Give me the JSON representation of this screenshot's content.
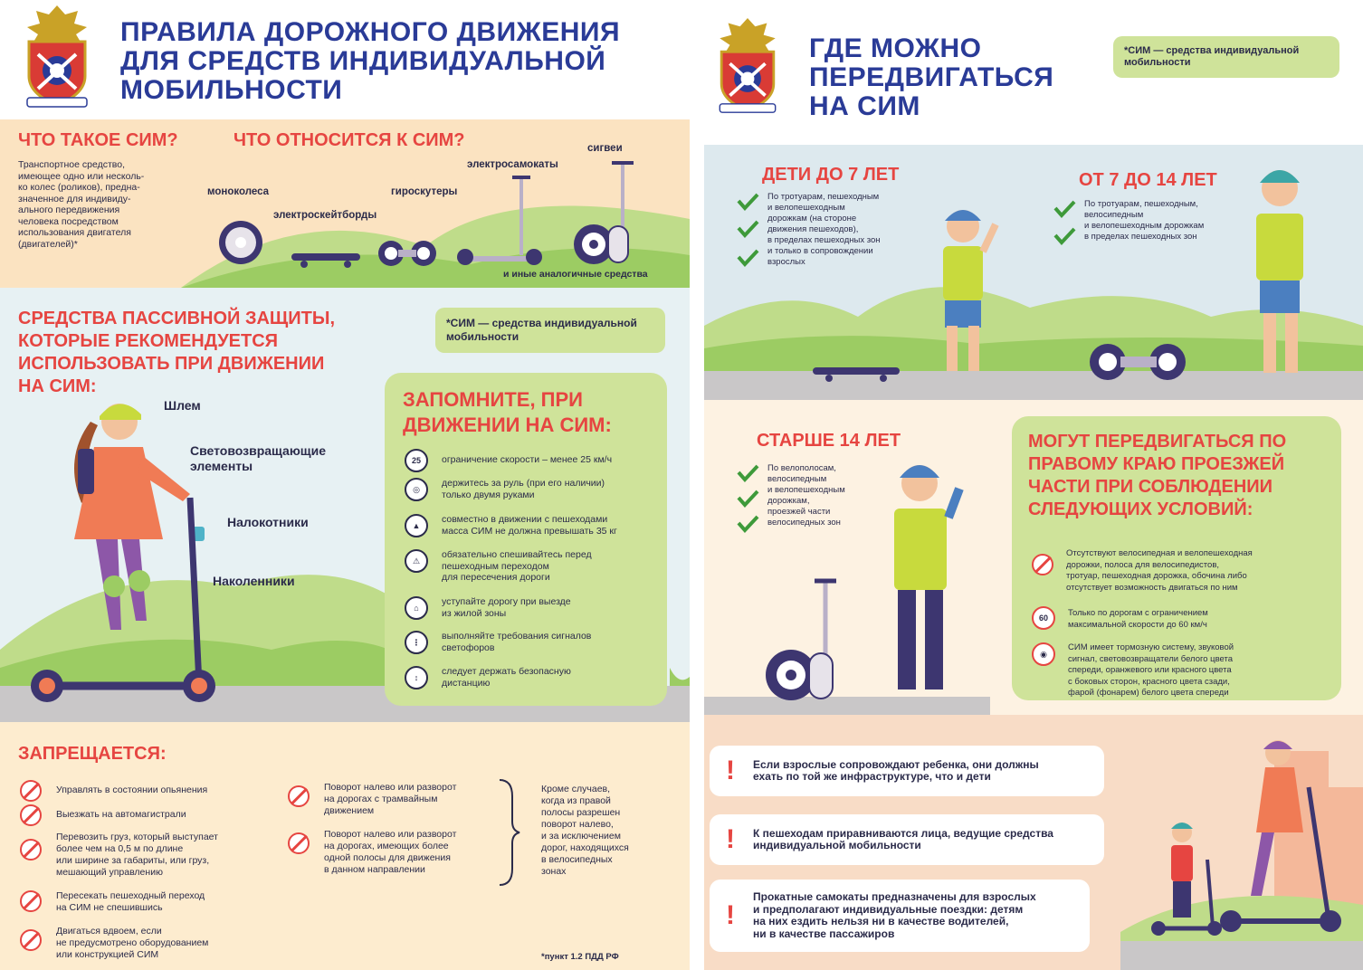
{
  "colors": {
    "title_blue": "#2a3b97",
    "accent_red": "#e64541",
    "green_box": "#cfe39a",
    "peach": "#fdeccf",
    "sky": "#e7f1f3",
    "check_green": "#3e9a3a"
  },
  "left": {
    "title": [
      "ПРАВИЛА ДОРОЖНОГО ДВИЖЕНИЯ",
      "ДЛЯ СРЕДСТВ ИНДИВИДУАЛЬНОЙ",
      "МОБИЛЬНОСТИ"
    ],
    "what_is": {
      "heading": "ЧТО ТАКОЕ СИМ?",
      "text": [
        "Транспортное средство,",
        "имеющее одно или несколь-",
        "ко колес (роликов), предна-",
        "значенное для индивиду-",
        "ального передвижения",
        "человека посредством",
        "использования двигателя",
        "(двигателей)*"
      ]
    },
    "types": {
      "heading": "ЧТО ОТНОСИТСЯ К СИМ?",
      "items": [
        "моноколеса",
        "электроскейтборды",
        "гироскутеры",
        "электросамокаты",
        "сигвеи",
        "и иные аналогичные средства"
      ]
    },
    "protection": {
      "heading": [
        "СРЕДСТВА ПАССИВНОЙ ЗАЩИТЫ,",
        "КОТОРЫЕ РЕКОМЕНДУЕТСЯ",
        "ИСПОЛЬЗОВАТЬ ПРИ ДВИЖЕНИИ",
        "НА СИМ:"
      ],
      "note": [
        "*СИМ — средства индивидуальной",
        "мобильности"
      ],
      "gear": [
        [
          "Шлем"
        ],
        [
          "Световозвращающие",
          "элементы"
        ],
        [
          "Налокотники"
        ],
        [
          "Наколенники"
        ]
      ]
    },
    "remember": {
      "heading": [
        "ЗАПОМНИТЕ, ПРИ",
        "ДВИЖЕНИИ НА СИМ:"
      ],
      "speed_badge": "25",
      "rules": [
        [
          "ограничение скорости – менее 25 км/ч"
        ],
        [
          "держитесь за руль (при его наличии)",
          "только двумя руками"
        ],
        [
          "совместно в движении с пешеходами",
          "масса СИМ не должна превышать 35 кг"
        ],
        [
          "обязательно спешивайтесь перед",
          "пешеходным переходом",
          "для пересечения дороги"
        ],
        [
          "уступайте дорогу при выезде",
          "из жилой зоны"
        ],
        [
          "выполняйте требования сигналов",
          "светофоров"
        ],
        [
          "следует держать безопасную",
          "дистанцию"
        ]
      ]
    },
    "prohibited": {
      "heading": "ЗАПРЕЩАЕТСЯ:",
      "col1": [
        [
          "Управлять в состоянии опьянения"
        ],
        [
          "Выезжать на автомагистрали"
        ],
        [
          "Перевозить груз, который выступает",
          "более чем на 0,5 м по длине",
          "или ширине за габариты, или груз,",
          "мешающий управлению"
        ],
        [
          "Пересекать пешеходный переход",
          "на СИМ не спешившись"
        ],
        [
          "Двигаться вдвоем, если",
          "не предусмотрено оборудованием",
          "или конструкцией СИМ"
        ]
      ],
      "col2": [
        [
          "Поворот налево или разворот",
          "на дорогах с трамвайным",
          "движением"
        ],
        [
          "Поворот налево или разворот",
          "на дорогах, имеющих более",
          "одной полосы для движения",
          "в данном направлении"
        ]
      ],
      "exception": [
        "Кроме случаев,",
        "когда из правой",
        "полосы разрешен",
        "поворот налево,",
        "и за исключением",
        "дорог, находящихся",
        "в велосипедных",
        "зонах"
      ],
      "footnote": "*пункт 1.2 ПДД РФ"
    }
  },
  "right": {
    "title": [
      "ГДЕ МОЖНО",
      "ПЕРЕДВИГАТЬСЯ",
      "НА СИМ"
    ],
    "note": [
      "*СИМ — средства индивидуальной",
      "мобильности"
    ],
    "under7": {
      "heading": "ДЕТИ ДО 7 ЛЕТ",
      "items": [
        [
          "По тротуарам, пешеходным"
        ],
        [
          "и велопешеходным",
          "дорожкам (на стороне",
          "движения пешеходов),"
        ],
        [
          "в пределах пешеходных зон"
        ],
        [
          "и только в сопровождении",
          "взрослых"
        ]
      ]
    },
    "age7to14": {
      "heading": "ОТ 7 ДО 14 ЛЕТ",
      "items": [
        [
          "По тротуарам, пешеходным,",
          "велосипедным"
        ],
        [
          "и велопешеходным дорожкам",
          "в пределах пешеходных зон"
        ]
      ]
    },
    "over14": {
      "heading": "СТАРШЕ 14 ЛЕТ",
      "items": [
        [
          "По велополосам,",
          "велосипедным"
        ],
        [
          "и велопешеходным",
          "дорожкам,"
        ],
        [
          "проезжей части",
          "велосипедных зон"
        ]
      ]
    },
    "conditions": {
      "heading": [
        "МОГУТ ПЕРЕДВИГАТЬСЯ ПО",
        "ПРАВОМУ КРАЮ ПРОЕЗЖЕЙ",
        "ЧАСТИ ПРИ СОБЛЮДЕНИИ",
        "СЛЕДУЮЩИХ УСЛОВИЙ:"
      ],
      "speed_badge": "60",
      "items": [
        [
          "Отсутствуют велосипедная и велопешеходная",
          "дорожки, полоса для велосипедистов,",
          "тротуар, пешеходная дорожка, обочина либо",
          "отсутствует возможность двигаться по ним"
        ],
        [
          "Только по дорогам с ограничением",
          "максимальной скорости до 60 км/ч"
        ],
        [
          "СИМ имеет тормозную систему, звуковой",
          "сигнал, световозвращатели белого цвета",
          "спереди, оранжевого или красного цвета",
          "с боковых сторон, красного цвета сзади,",
          "фарой (фонарем) белого цвета спереди"
        ]
      ]
    },
    "alerts": [
      [
        "Если взрослые сопровождают ребенка, они должны",
        "ехать по той же инфраструктуре, что и дети"
      ],
      [
        "К пешеходам приравниваются лица, ведущие средства",
        "индивидуальной мобильности"
      ],
      [
        "Прокатные самокаты предназначены для взрослых",
        "и предполагают индивидуальные поездки: детям",
        "на них ездить нельзя ни в качестве водителей,",
        "ни в качестве пассажиров"
      ]
    ],
    "alert_mark": "!"
  }
}
